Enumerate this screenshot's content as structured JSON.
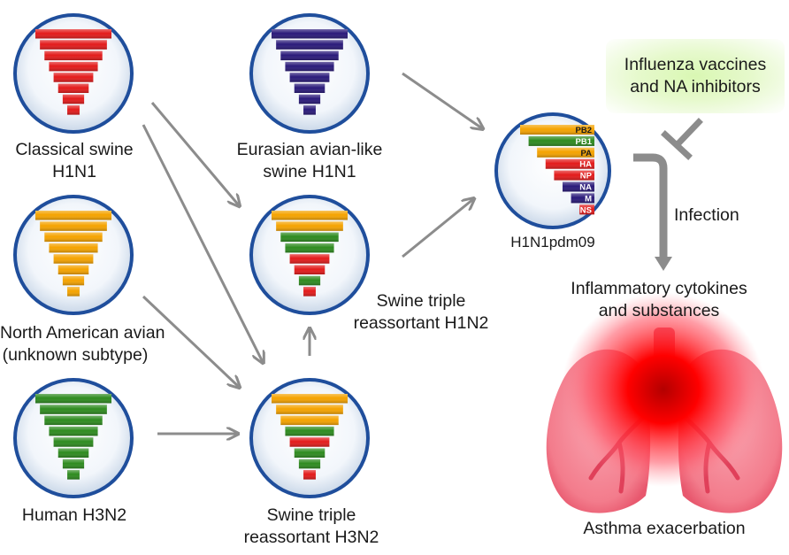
{
  "strains": {
    "classical_swine": {
      "line1": "Classical swine",
      "line2": "H1N1",
      "color": "#e31b1b"
    },
    "north_american_avian": {
      "line1": "North American avian",
      "line2": "(unknown subtype)",
      "color": "#f5a300"
    },
    "human_h3n2": {
      "line1": "Human H3N2",
      "color": "#2e8b1f"
    },
    "eurasian_avian_like": {
      "line1": "Eurasian avian-like",
      "line2": "swine H1N1",
      "color": "#2a1a7a"
    },
    "swine_triple_h1n2": {
      "line1": "Swine triple",
      "line2": "reassortant H1N2",
      "colors": [
        "#f5a300",
        "#f5a300",
        "#2e8b1f",
        "#2e8b1f",
        "#e31b1b",
        "#e31b1b",
        "#2e8b1f",
        "#e31b1b"
      ]
    },
    "swine_triple_h3n2": {
      "line1": "Swine triple",
      "line2": "reassortant H3N2",
      "colors": [
        "#f5a300",
        "#f5a300",
        "#f5a300",
        "#2e8b1f",
        "#e31b1b",
        "#2e8b1f",
        "#2e8b1f",
        "#e31b1b"
      ]
    }
  },
  "pandemic": {
    "name": "H1N1pdm09",
    "segments": [
      {
        "label": "PB2",
        "color": "#f5a300"
      },
      {
        "label": "PB1",
        "color": "#2e8b1f"
      },
      {
        "label": "PA",
        "color": "#f5a300"
      },
      {
        "label": "HA",
        "color": "#e31b1b"
      },
      {
        "label": "NP",
        "color": "#e31b1b"
      },
      {
        "label": "NA",
        "color": "#2a1a7a"
      },
      {
        "label": "M",
        "color": "#2a1a7a"
      },
      {
        "label": "NS",
        "color": "#e31b1b"
      }
    ]
  },
  "vaccines": {
    "line1": "Influenza vaccines",
    "line2": "and NA inhibitors"
  },
  "infection_label": "Infection",
  "cytokines": {
    "line1": "Inflammatory cytokines",
    "line2": "and substances"
  },
  "outcome_label": "Asthma exacerbation",
  "colors": {
    "circle_border": "#1f4e9c",
    "arrow": "#8c8c8c",
    "lung": "#f57a8a",
    "inflammation": "#ff0000"
  }
}
